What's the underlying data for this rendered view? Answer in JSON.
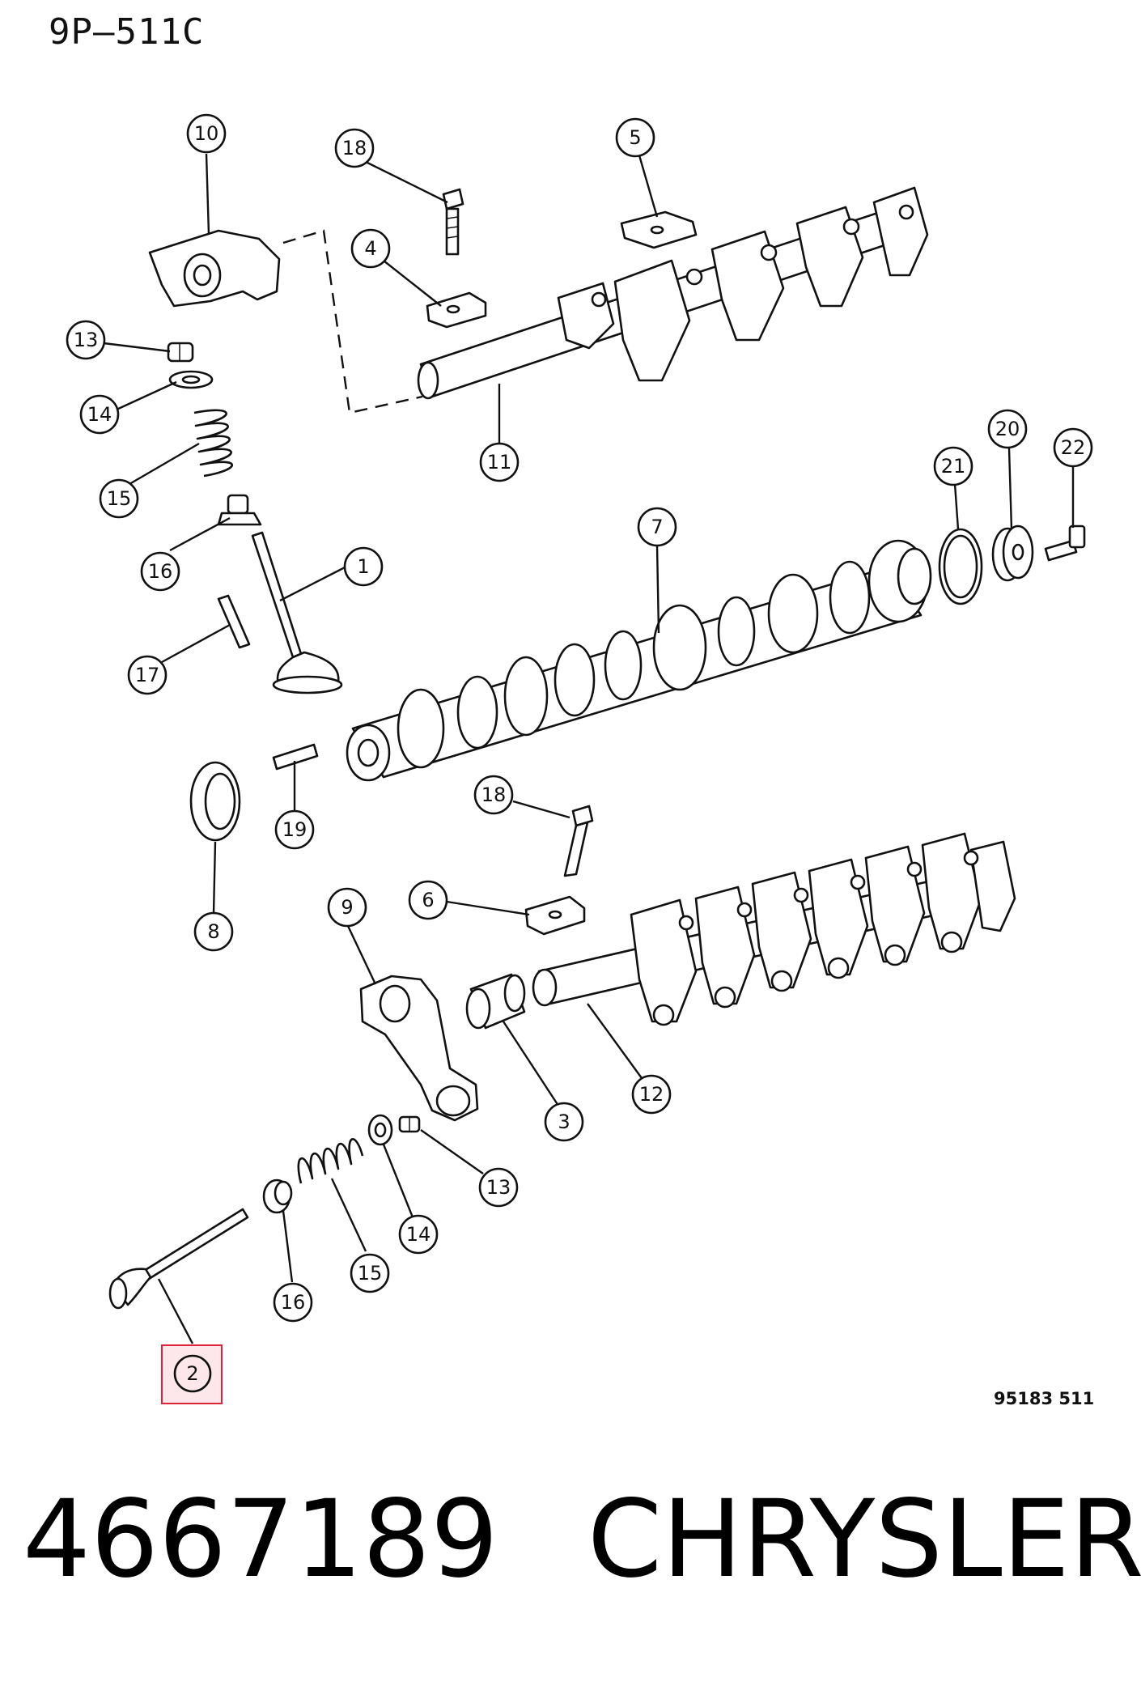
{
  "header": {
    "sheet_code": "9P–511C"
  },
  "diagram": {
    "reference_code": "95183 511",
    "highlighted_callout": "2",
    "callouts": [
      {
        "id": "c10",
        "label": "10"
      },
      {
        "id": "c18a",
        "label": "18"
      },
      {
        "id": "c5",
        "label": "5"
      },
      {
        "id": "c4",
        "label": "4"
      },
      {
        "id": "c13a",
        "label": "13"
      },
      {
        "id": "c14a",
        "label": "14"
      },
      {
        "id": "c11",
        "label": "11"
      },
      {
        "id": "c15a",
        "label": "15"
      },
      {
        "id": "c20",
        "label": "20"
      },
      {
        "id": "c21",
        "label": "21"
      },
      {
        "id": "c22",
        "label": "22"
      },
      {
        "id": "c7",
        "label": "7"
      },
      {
        "id": "c16a",
        "label": "16"
      },
      {
        "id": "c1",
        "label": "1"
      },
      {
        "id": "c17",
        "label": "17"
      },
      {
        "id": "c18b",
        "label": "18"
      },
      {
        "id": "c19",
        "label": "19"
      },
      {
        "id": "c9",
        "label": "9"
      },
      {
        "id": "c6",
        "label": "6"
      },
      {
        "id": "c8",
        "label": "8"
      },
      {
        "id": "c12",
        "label": "12"
      },
      {
        "id": "c3",
        "label": "3"
      },
      {
        "id": "c13b",
        "label": "13"
      },
      {
        "id": "c14b",
        "label": "14"
      },
      {
        "id": "c15b",
        "label": "15"
      },
      {
        "id": "c16b",
        "label": "16"
      },
      {
        "id": "c2",
        "label": "2"
      }
    ]
  },
  "footer": {
    "part_number": "4667189",
    "brand": "CHRYSLER"
  }
}
